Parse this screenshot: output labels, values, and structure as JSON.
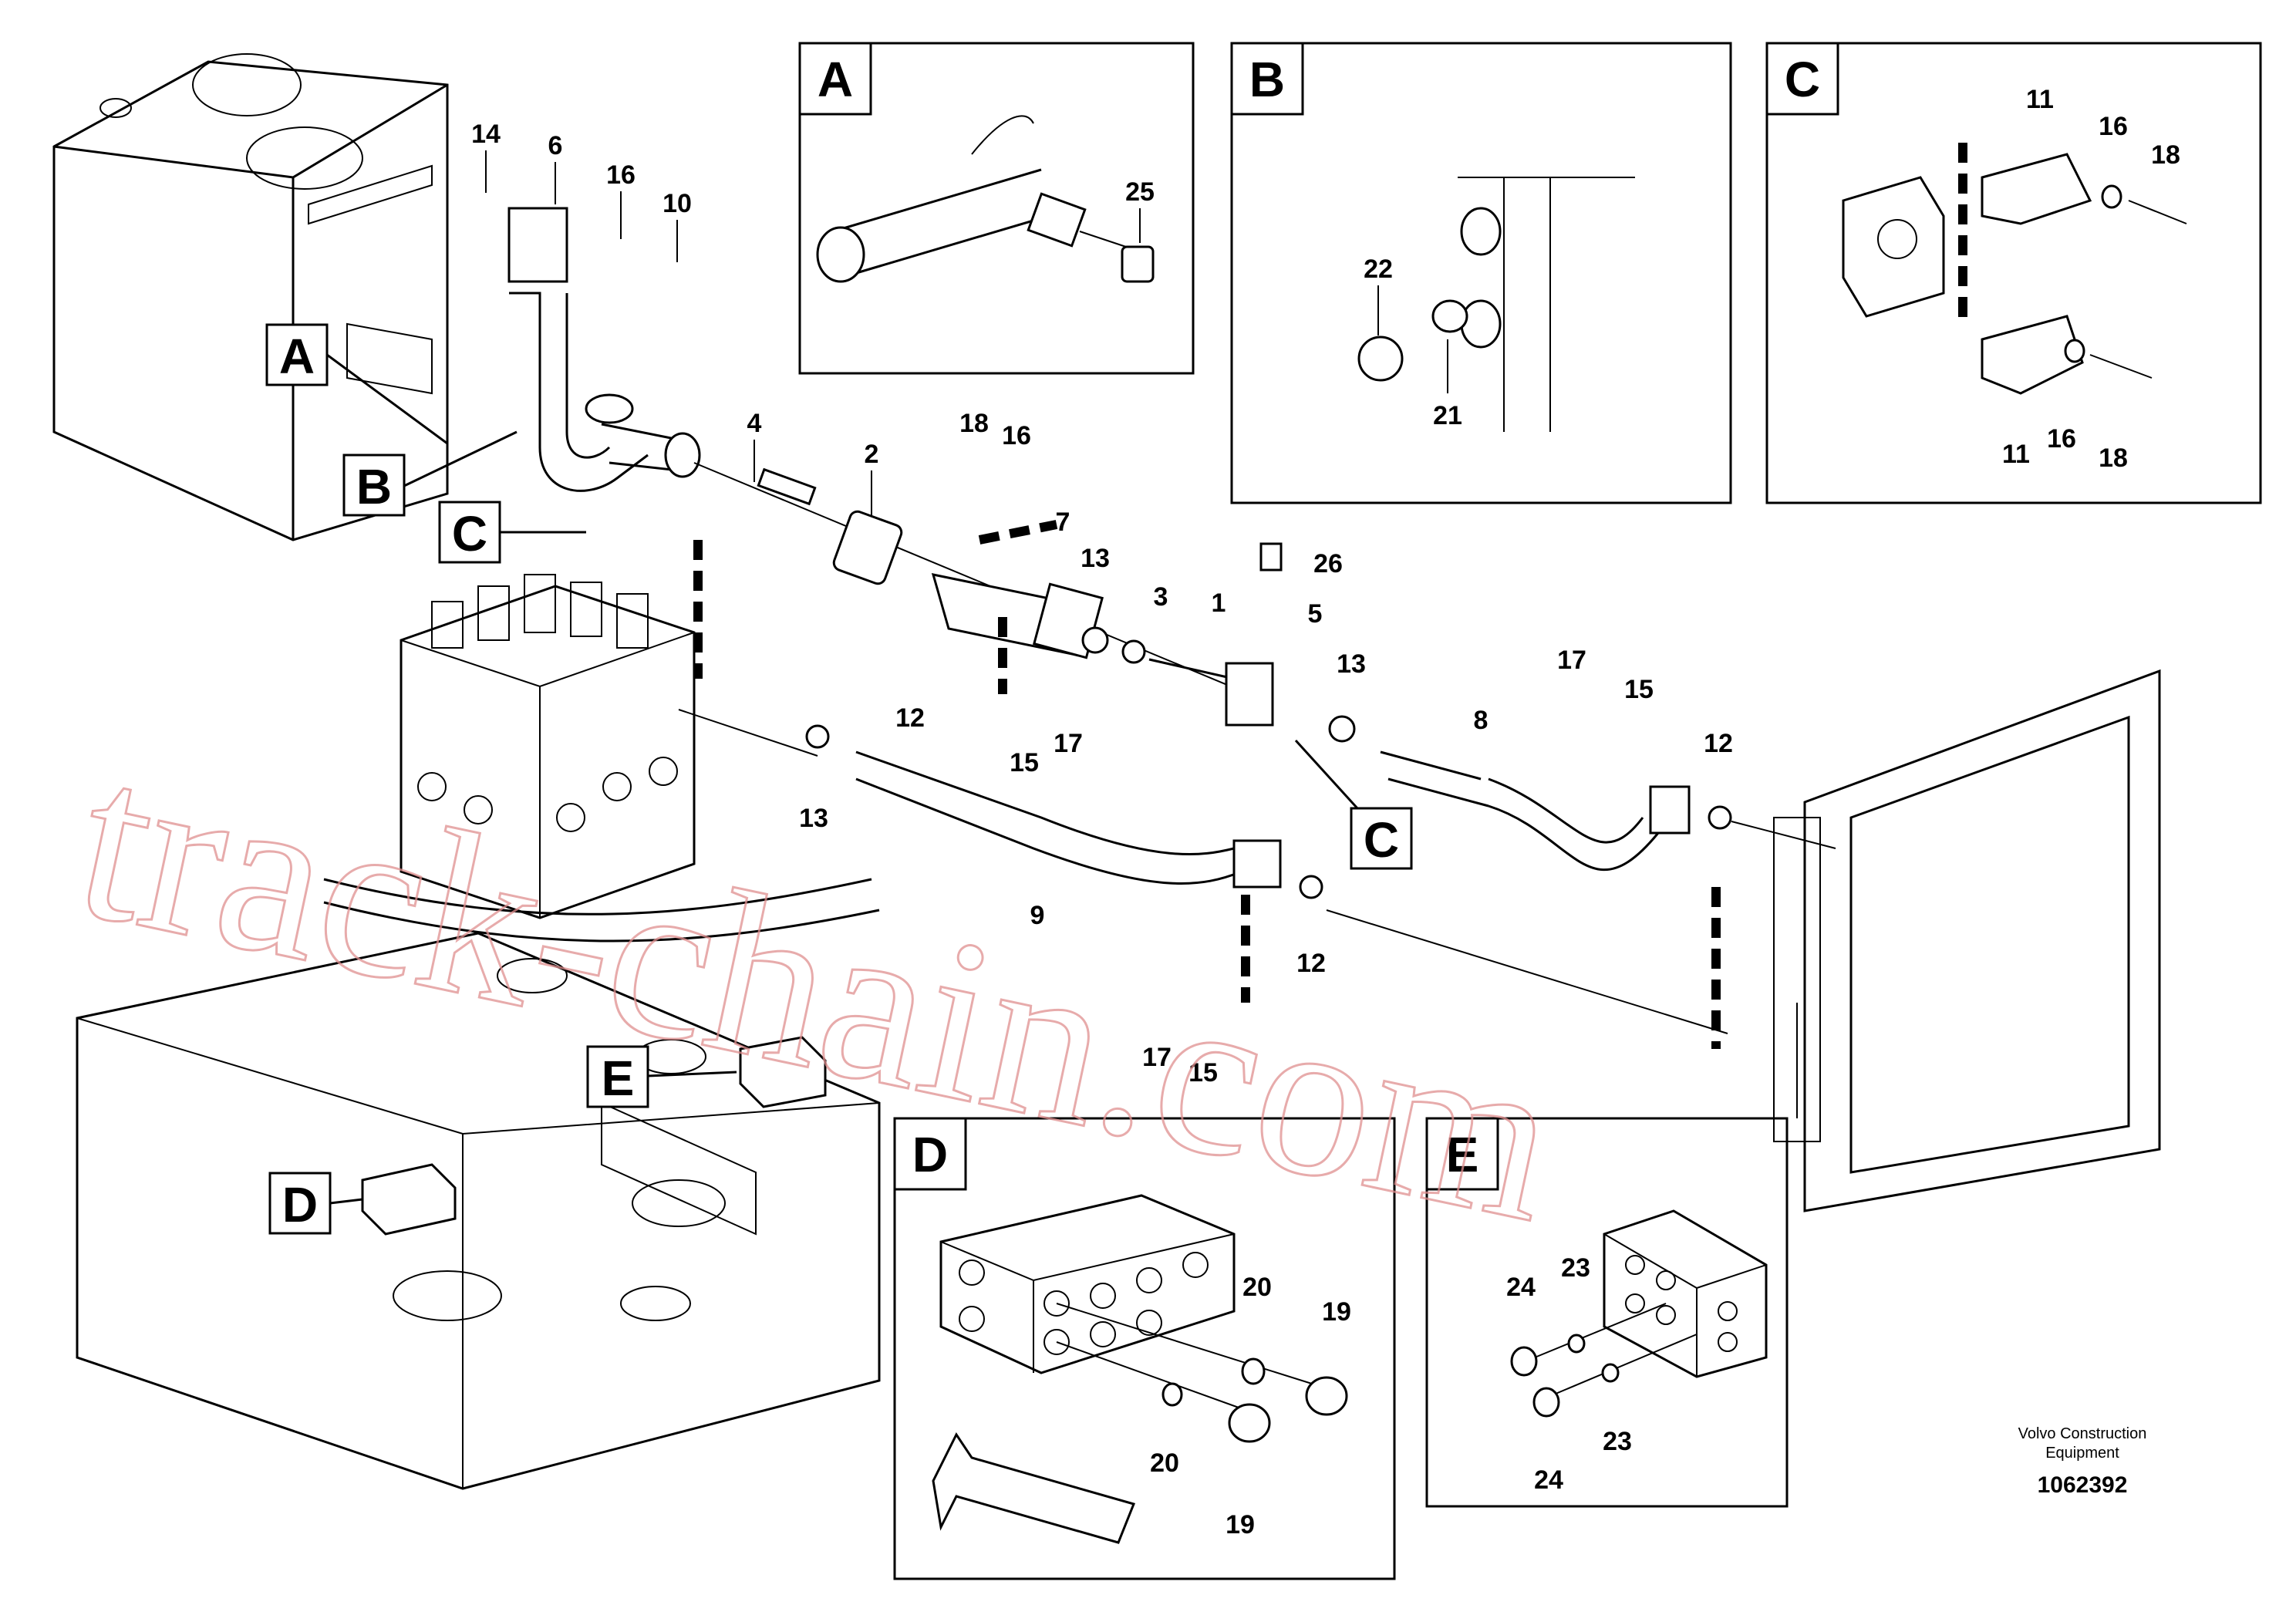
{
  "watermark": "track-chain.com",
  "credit": {
    "line1": "Volvo Construction",
    "line2": "Equipment",
    "doc_number": "1062392"
  },
  "detail_views": [
    {
      "letter": "A",
      "callouts": [
        "25"
      ]
    },
    {
      "letter": "B",
      "callouts": [
        "22",
        "21"
      ]
    },
    {
      "letter": "C",
      "callouts": [
        "11",
        "16",
        "18",
        "11",
        "16",
        "18"
      ]
    },
    {
      "letter": "D",
      "callouts": [
        "20",
        "19",
        "19",
        "20"
      ]
    },
    {
      "letter": "E",
      "callouts": [
        "24",
        "23",
        "24",
        "23"
      ]
    }
  ],
  "main_view": {
    "view_refs": [
      "A",
      "B",
      "C",
      "C",
      "D",
      "E"
    ],
    "callouts": [
      "14",
      "6",
      "16",
      "10",
      "4",
      "2",
      "18",
      "16",
      "7",
      "13",
      "3",
      "1",
      "26",
      "5",
      "13",
      "17",
      "15",
      "8",
      "12",
      "12",
      "15",
      "17",
      "13",
      "9",
      "12",
      "17",
      "15"
    ]
  }
}
